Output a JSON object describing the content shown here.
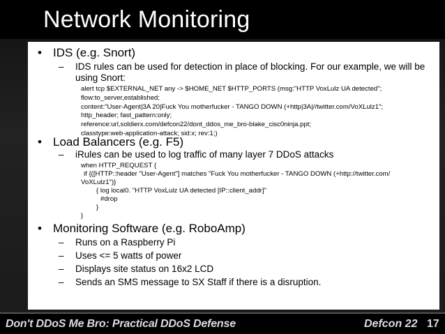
{
  "slide": {
    "title": "Network Monitoring",
    "sections": [
      {
        "heading": "IDS (e.g. Snort)",
        "subpoints": [
          "IDS rules can be used for detection in place of blocking. For our example, we will be using Snort:"
        ],
        "code": [
          "alert tcp $EXTERNAL_NET any -> $HOME_NET $HTTP_PORTS (msg:\"HTTP VoxLulz UA detected\";",
          "flow:to_server,established;",
          "content:\"User-Agent|3A 20|Fuck You motherfucker - TANGO DOWN (+http|3A|//twitter.com/VoXLulz1\";",
          "http_header; fast_pattern:only;",
          "reference:url,soldierx.com/defcon22/dont_ddos_me_bro-blake_cisc0ninja.ppt;",
          "classtype:web-application-attack; sid:x; rev:1;)"
        ]
      },
      {
        "heading": "Load Balancers (e.g. F5)",
        "subpoints": [
          "iRules can be used to log traffic of many layer 7 DDoS attacks"
        ],
        "code": [
          "when HTTP_REQUEST {",
          "if {([HTTP::header \"User-Agent\"] matches \"Fuck You motherfucker - TANGO DOWN (+http://twitter.com/",
          "VoXLulz1\")}",
          "{ log local0. \"HTTP VoxLulz UA detected [IP::client_addr]\"",
          "#drop",
          "}",
          "}"
        ]
      },
      {
        "heading": "Monitoring Software (e.g. RoboAmp)",
        "subpoints": [
          "Runs on a Raspberry Pi",
          "Uses <= 5 watts of power",
          "Displays site status on 16x2 LCD",
          "Sends an SMS message to SX Staff if there is a disruption."
        ]
      }
    ]
  },
  "footer": {
    "left": "Don't DDoS Me Bro: Practical DDoS Defense",
    "right": "Defcon 22",
    "page": "17"
  }
}
